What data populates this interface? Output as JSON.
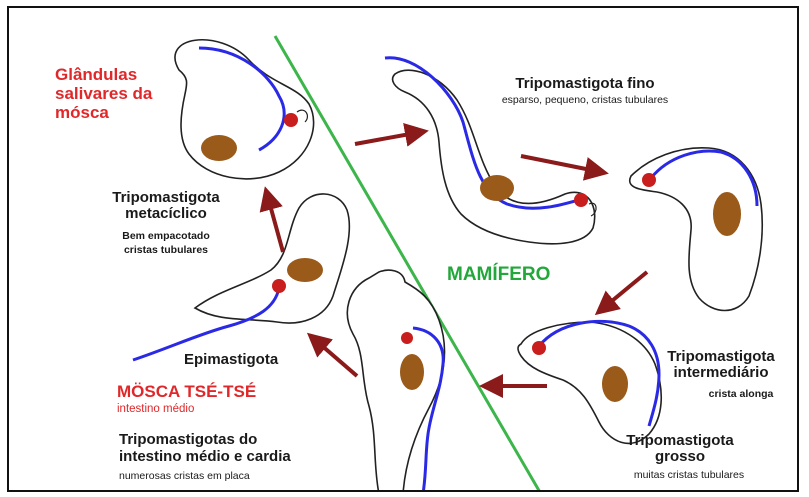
{
  "zones": {
    "fly_glands": "Glândulas\nsalivares da\nmósca",
    "mammal": "MAMÍFERO",
    "tsetse": "MÖSCA TSÉ-TSÉ",
    "tsetse_sub": "intestino médio"
  },
  "stages": {
    "thin": {
      "name": "Tripomastigota fino",
      "desc": "esparso, pequeno, cristas tubulares"
    },
    "metacyclic": {
      "name": "Tripomastigota\nmetacíclico",
      "desc": "Bem empacotado\ncristas tubulares"
    },
    "intermediate": {
      "name": "Tripomastigota\nintermediário",
      "desc": "crista alonga"
    },
    "epimastigote": {
      "name": "Epimastigota"
    },
    "stumpy": {
      "name": "Tripomastigota\ngrosso",
      "desc": "muitas cristas tubulares"
    },
    "midgut": {
      "name": "Tripomastigotas do\nintestino médio e cardia",
      "desc": "numerosas cristas em placa"
    }
  },
  "colors": {
    "divider": "#3cb54a",
    "flagellum": "#2a2ae6",
    "nucleus": "#9a5a1a",
    "kinetoplast": "#c81e1e",
    "arrow": "#8b1a1a",
    "fly_label": "#e0282a",
    "mammal_label": "#22a83a"
  }
}
